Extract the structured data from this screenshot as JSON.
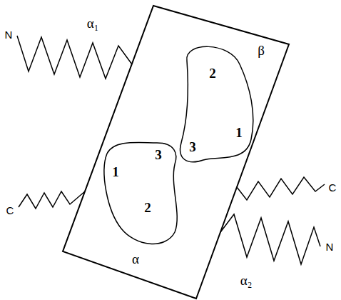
{
  "diagram": {
    "nodes": [
      {
        "text": [
          "2",
          "β",
          "3",
          "1"
        ]
      },
      {
        "text": [
          "3",
          "1",
          "2",
          "α"
        ]
      }
    ],
    "labels": [
      "α₁",
      "N",
      "C",
      "C",
      "N",
      "α₂"
    ]
  }
}
